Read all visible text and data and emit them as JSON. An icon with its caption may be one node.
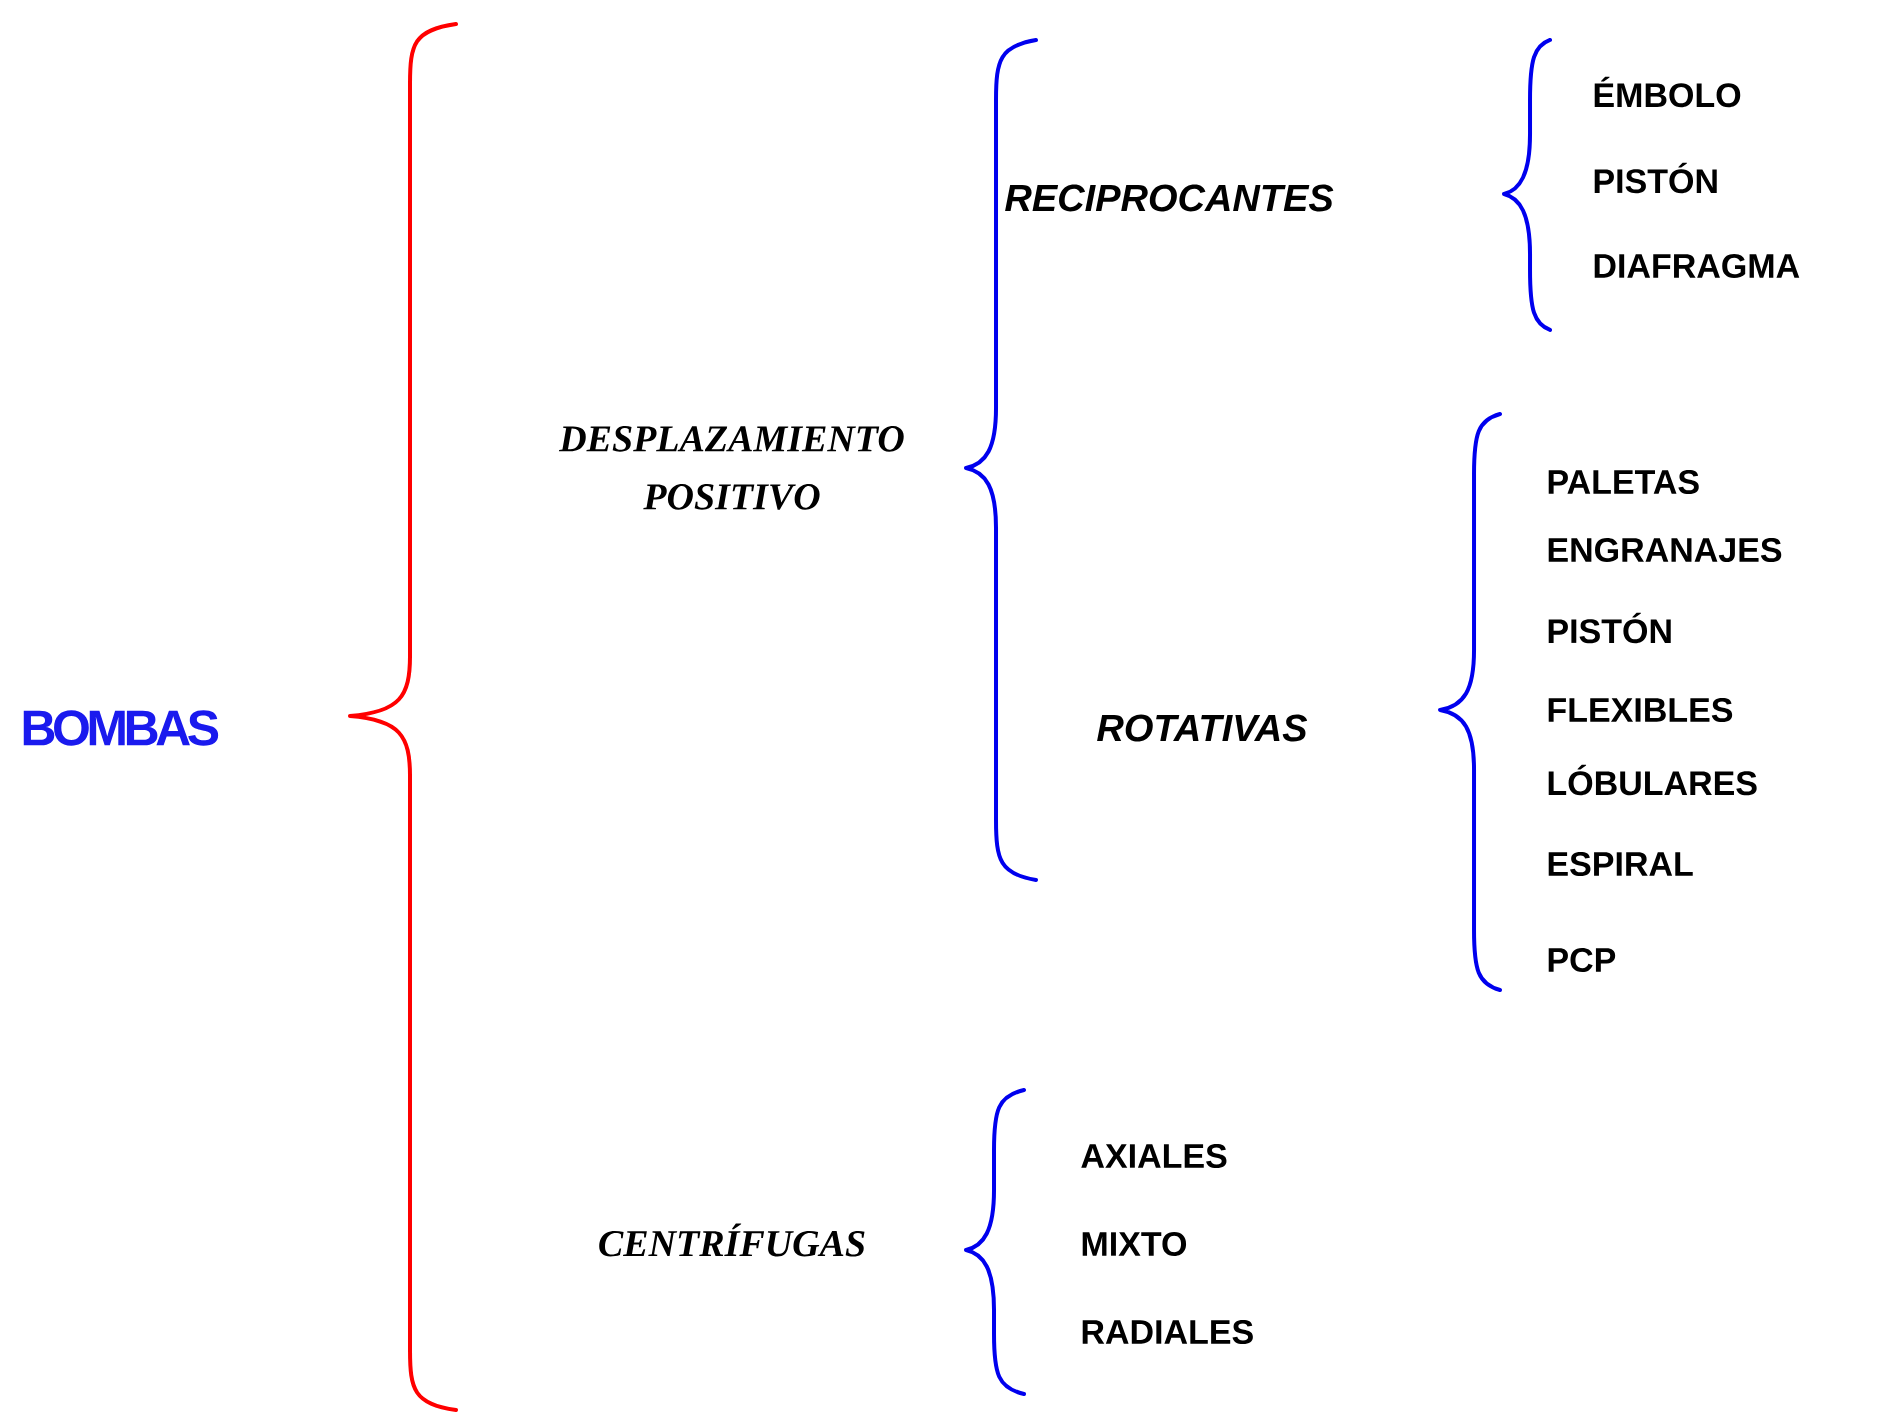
{
  "diagram": {
    "labels": [
      "BOMBAS",
      "DESPLAZAMIENTO POSITIVO",
      "RECIPROCANTES",
      "ÉMBOLO",
      "PISTÓN",
      "DIAFRAGMA",
      "ROTATIVAS",
      "PALETAS",
      "ENGRANAJES",
      "PISTÓN",
      "FLEXIBLES",
      "LÓBULARES",
      "ESPIRAL",
      "PCP",
      "CENTRÍFUGAS",
      "AXIALES",
      "MIXTO",
      "RADIALES"
    ]
  }
}
